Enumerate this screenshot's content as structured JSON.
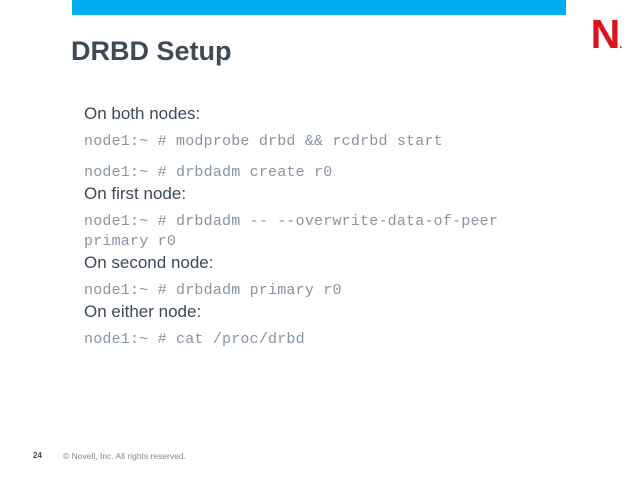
{
  "header": {
    "title": "DRBD Setup",
    "logo_letter": "N",
    "logo_tm": ".",
    "accent_color": "#00ADEE",
    "logo_color": "#E1101A"
  },
  "content": {
    "sections": [
      {
        "heading": "On both nodes:",
        "commands": [
          "node1:~ # modprobe drbd && rcdrbd start",
          "node1:~ # drbdadm create r0"
        ]
      },
      {
        "heading": "On first node:",
        "commands": [
          "node1:~ # drbdadm -- --overwrite-data-of-peer\nprimary r0"
        ]
      },
      {
        "heading": "On second node:",
        "commands": [
          "node1:~ # drbdadm primary r0"
        ]
      },
      {
        "heading": "On either node:",
        "commands": [
          "node1:~ # cat /proc/drbd"
        ]
      }
    ]
  },
  "footer": {
    "page_number": "24",
    "copyright": "© Novell, Inc.  All rights reserved."
  }
}
